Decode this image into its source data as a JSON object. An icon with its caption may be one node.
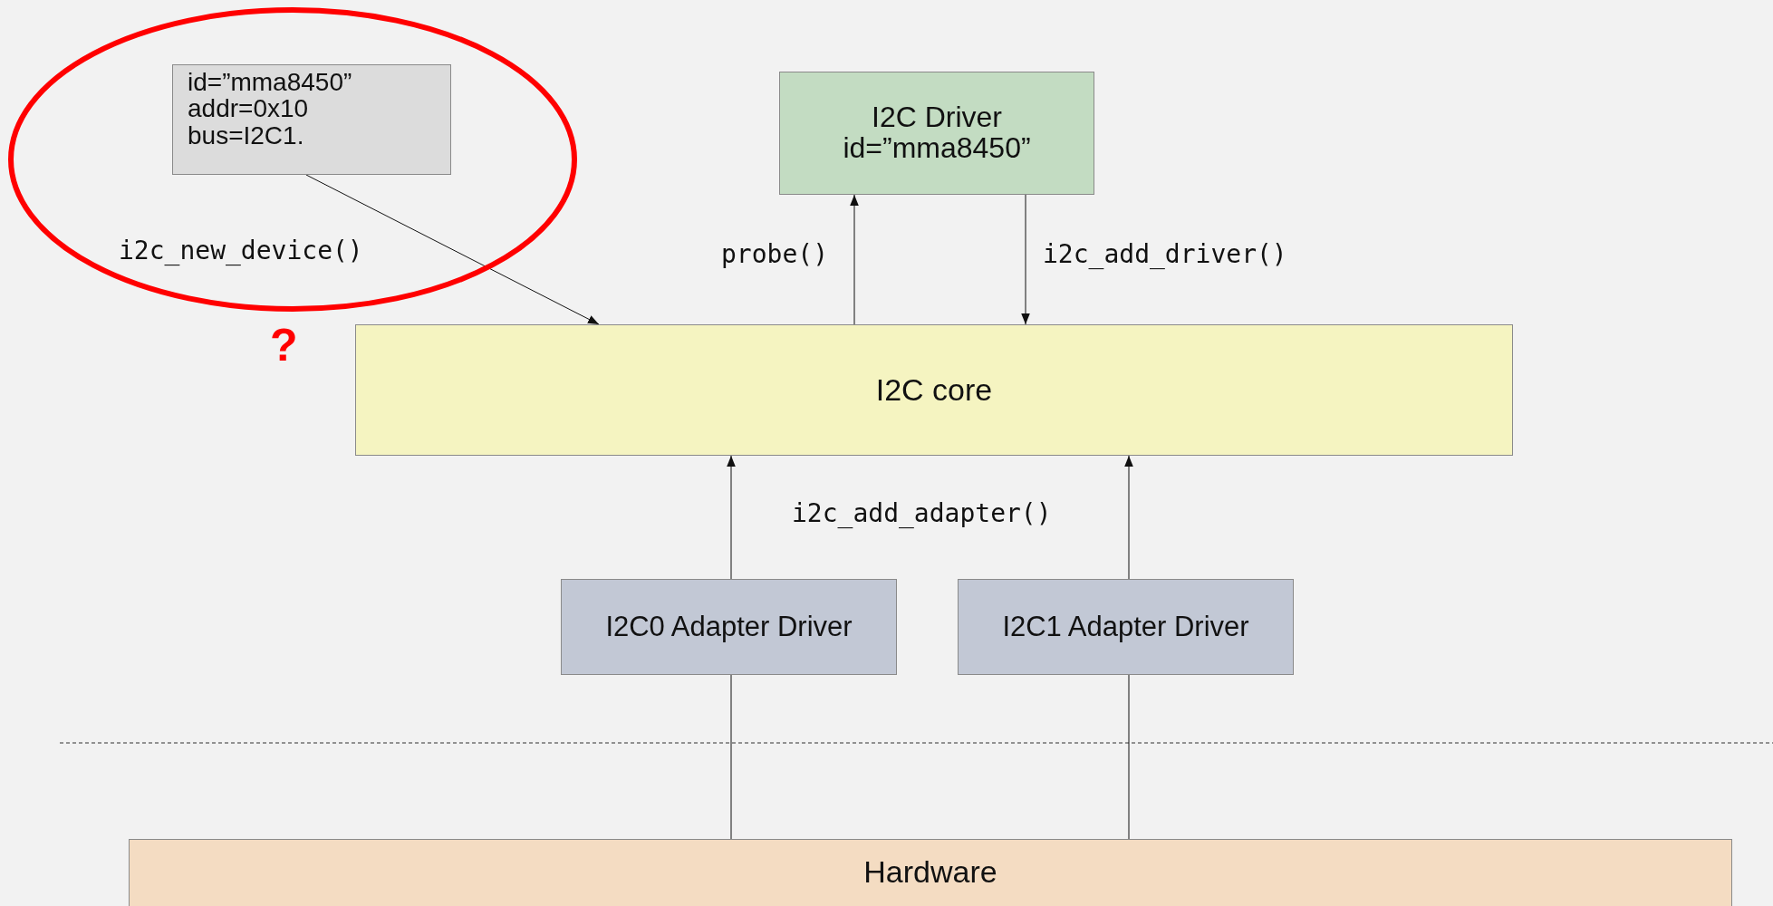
{
  "diagram": {
    "nodes": [
      {
        "text": [
          "id=”mma8450”",
          "addr=0x10",
          "bus=I2C1."
        ]
      },
      {
        "text": [
          "I2C Driver id=”mma8450”"
        ]
      },
      {
        "text": [
          "I2C core"
        ]
      },
      {
        "text": [
          "I2C0 Adapter Driver"
        ]
      },
      {
        "text": [
          "I2C1 Adapter Driver"
        ]
      },
      {
        "text": [
          "Hardware"
        ]
      }
    ],
    "edges": [
      {
        "from": 0,
        "to": 2,
        "arrow": "to",
        "label": "i2c_new_device()"
      },
      {
        "from": 2,
        "to": 1,
        "arrow": "to",
        "label": "probe()"
      },
      {
        "from": 1,
        "to": 2,
        "arrow": "to",
        "label": "i2c_add_driver()"
      },
      {
        "from": 3,
        "to": 2,
        "arrow": "to",
        "label": "i2c_add_adapter()"
      },
      {
        "from": 4,
        "to": 2,
        "arrow": "to"
      },
      {
        "from": 5,
        "to": 3,
        "arrow": "none"
      },
      {
        "from": 5,
        "to": 4,
        "arrow": "none"
      }
    ],
    "labels": [
      "?"
    ]
  }
}
